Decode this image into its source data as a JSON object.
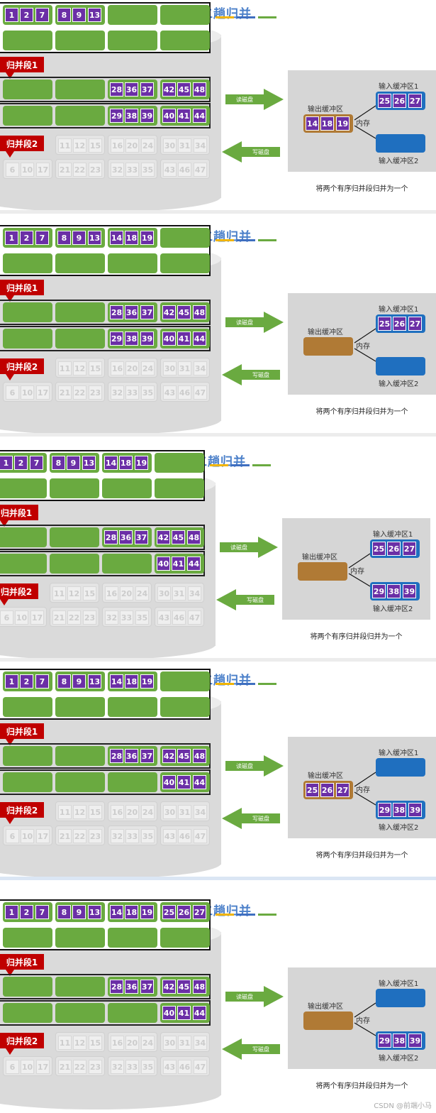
{
  "labels": {
    "title": "第二趟归并",
    "seg1": "归并段1",
    "seg2": "归并段2",
    "read_disk": "读磁盘",
    "write_disk": "写磁盘",
    "output_buffer": "输出缓冲区",
    "input_buffer_1": "输入缓冲区1",
    "input_buffer_2": "输入缓冲区2",
    "memory": "内存",
    "caption": "将两个有序归并段归并为一个",
    "watermark": "CSDN @前端小马"
  },
  "colors": {
    "block": "#6aaa40",
    "cell": "#6b2fa6",
    "segment_tag": "#c00000",
    "output_buffer": "#b07a35",
    "input_buffer": "#1f6fbf",
    "title": "#4a7fc9",
    "deco": [
      "#f0b400",
      "#3f6fc0",
      "#6aaa40"
    ]
  },
  "frames": [
    {
      "mem": [
        [
          "1",
          "2",
          "7"
        ],
        [
          "8",
          "9",
          "13"
        ],
        [],
        []
      ],
      "run1": [
        [],
        [],
        [
          "28",
          "36",
          "37"
        ],
        [
          "42",
          "45",
          "48"
        ]
      ],
      "run2": [
        [],
        [],
        [
          "29",
          "38",
          "39"
        ],
        [
          "40",
          "41",
          "44"
        ]
      ],
      "seg2_row1": [
        [
          "11",
          "12",
          "15"
        ],
        [
          "16",
          "20",
          "24"
        ],
        [
          "30",
          "31",
          "34"
        ]
      ],
      "seg2_row2": [
        [
          "6",
          "10",
          "17"
        ],
        [
          "21",
          "22",
          "23"
        ],
        [
          "32",
          "33",
          "35"
        ],
        [
          "43",
          "46",
          "47"
        ]
      ],
      "out": [
        "14",
        "18",
        "19"
      ],
      "in1": [
        "25",
        "26",
        "27"
      ],
      "in2": []
    },
    {
      "mem": [
        [
          "1",
          "2",
          "7"
        ],
        [
          "8",
          "9",
          "13"
        ],
        [
          "14",
          "18",
          "19"
        ],
        []
      ],
      "run1": [
        [],
        [],
        [
          "28",
          "36",
          "37"
        ],
        [
          "42",
          "45",
          "48"
        ]
      ],
      "run2": [
        [],
        [],
        [
          "29",
          "38",
          "39"
        ],
        [
          "40",
          "41",
          "44"
        ]
      ],
      "seg2_row1": [
        [
          "11",
          "12",
          "15"
        ],
        [
          "16",
          "20",
          "24"
        ],
        [
          "30",
          "31",
          "34"
        ]
      ],
      "seg2_row2": [
        [
          "6",
          "10",
          "17"
        ],
        [
          "21",
          "22",
          "23"
        ],
        [
          "32",
          "33",
          "35"
        ],
        [
          "43",
          "46",
          "47"
        ]
      ],
      "out": [],
      "in1": [
        "25",
        "26",
        "27"
      ],
      "in2": []
    },
    {
      "mem": [
        [
          "1",
          "2",
          "7"
        ],
        [
          "8",
          "9",
          "13"
        ],
        [
          "14",
          "18",
          "19"
        ],
        []
      ],
      "run1": [
        [],
        [],
        [
          "28",
          "36",
          "37"
        ],
        [
          "42",
          "45",
          "48"
        ]
      ],
      "run2": [
        [],
        [],
        [],
        [
          "40",
          "41",
          "44"
        ]
      ],
      "seg2_row1": [
        [
          "11",
          "12",
          "15"
        ],
        [
          "16",
          "20",
          "24"
        ],
        [
          "30",
          "31",
          "34"
        ]
      ],
      "seg2_row2": [
        [
          "6",
          "10",
          "17"
        ],
        [
          "21",
          "22",
          "23"
        ],
        [
          "32",
          "33",
          "35"
        ],
        [
          "43",
          "46",
          "47"
        ]
      ],
      "out": [],
      "in1": [
        "25",
        "26",
        "27"
      ],
      "in2": [
        "29",
        "38",
        "39"
      ]
    },
    {
      "mem": [
        [
          "1",
          "2",
          "7"
        ],
        [
          "8",
          "9",
          "13"
        ],
        [
          "14",
          "18",
          "19"
        ],
        []
      ],
      "run1": [
        [],
        [],
        [
          "28",
          "36",
          "37"
        ],
        [
          "42",
          "45",
          "48"
        ]
      ],
      "run2": [
        [],
        [],
        [],
        [
          "40",
          "41",
          "44"
        ]
      ],
      "seg2_row1": [
        [
          "11",
          "12",
          "15"
        ],
        [
          "16",
          "20",
          "24"
        ],
        [
          "30",
          "31",
          "34"
        ]
      ],
      "seg2_row2": [
        [
          "6",
          "10",
          "17"
        ],
        [
          "21",
          "22",
          "23"
        ],
        [
          "32",
          "33",
          "35"
        ],
        [
          "43",
          "46",
          "47"
        ]
      ],
      "out": [
        "25",
        "26",
        "27"
      ],
      "in1": [],
      "in2": [
        "29",
        "38",
        "39"
      ]
    },
    {
      "mem": [
        [
          "1",
          "2",
          "7"
        ],
        [
          "8",
          "9",
          "13"
        ],
        [
          "14",
          "18",
          "19"
        ],
        [
          "25",
          "26",
          "27"
        ]
      ],
      "run1": [
        [],
        [],
        [
          "28",
          "36",
          "37"
        ],
        [
          "42",
          "45",
          "48"
        ]
      ],
      "run2": [
        [],
        [],
        [],
        [
          "40",
          "41",
          "44"
        ]
      ],
      "seg2_row1": [
        [
          "11",
          "12",
          "15"
        ],
        [
          "16",
          "20",
          "24"
        ],
        [
          "30",
          "31",
          "34"
        ]
      ],
      "seg2_row2": [
        [
          "6",
          "10",
          "17"
        ],
        [
          "21",
          "22",
          "23"
        ],
        [
          "32",
          "33",
          "35"
        ],
        [
          "43",
          "46",
          "47"
        ]
      ],
      "out": [],
      "in1": [],
      "in2": [
        "29",
        "38",
        "39"
      ]
    }
  ]
}
